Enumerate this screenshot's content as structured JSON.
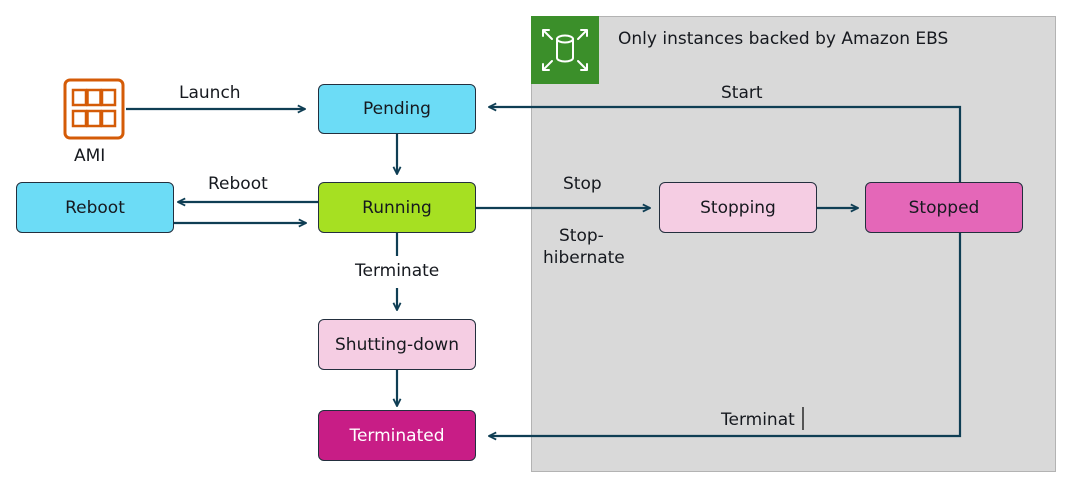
{
  "panel": {
    "title": "Only instances backed by Amazon EBS",
    "icon": "ebs-volume-icon",
    "badge_color": "#3b8f2a",
    "background": "#d9d9d9"
  },
  "ami": {
    "label": "AMI",
    "icon": "ami-icon",
    "color": "#d45b07"
  },
  "states": {
    "pending": "Pending",
    "running": "Running",
    "reboot": "Reboot",
    "shutting_down": "Shutting-down",
    "terminated": "Terminated",
    "stopping": "Stopping",
    "stopped": "Stopped"
  },
  "transitions": {
    "launch": "Launch",
    "reboot": "Reboot",
    "terminate": "Terminate",
    "stop": "Stop",
    "stop_hibernate_line1": "Stop-",
    "stop_hibernate_line2": "hibernate",
    "start": "Start",
    "terminate_stopped": "Terminat"
  },
  "colors": {
    "arrow": "#0f3e54",
    "pending": "#6cdcf6",
    "running": "#a6e022",
    "reboot": "#6cdcf6",
    "shutting_down": "#f5cde3",
    "terminated": "#c81d86",
    "stopping": "#f5cde3",
    "stopped": "#e467b8"
  }
}
